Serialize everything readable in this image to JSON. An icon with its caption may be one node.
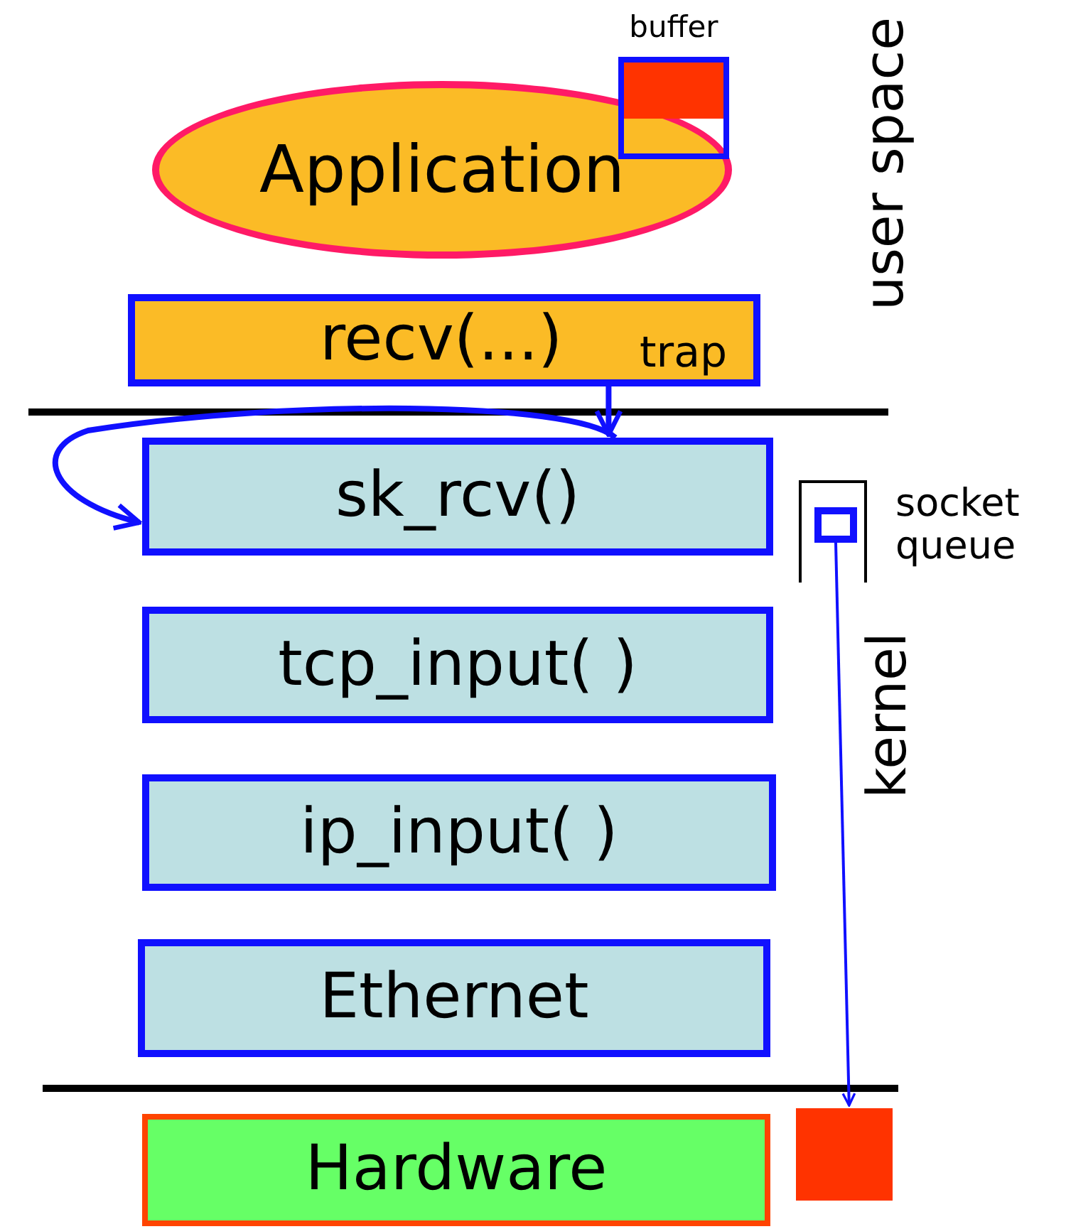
{
  "diagram": {
    "nodes": [
      {
        "text": [
          "Application"
        ]
      },
      {
        "text": [
          "buffer"
        ]
      },
      {
        "text": [
          "recv(...)",
          "trap"
        ]
      },
      {
        "text": [
          "sk_rcv()"
        ]
      },
      {
        "text": [
          "tcp_input( )"
        ]
      },
      {
        "text": [
          "ip_input( )"
        ]
      },
      {
        "text": [
          "Ethernet"
        ]
      },
      {
        "text": [
          "Hardware"
        ]
      },
      {
        "text": [
          "socket queue"
        ]
      },
      {
        "text": [],
        "shape": "box",
        "in": 8
      },
      {
        "text": [],
        "shape": "box"
      }
    ],
    "edges": [
      {
        "from": 2,
        "to": 3,
        "arrow": "to"
      },
      {
        "from": 3,
        "to": 3,
        "arrow": "to"
      },
      {
        "from": 9,
        "to": 10,
        "arrow": "to"
      }
    ],
    "labels": [
      "user space",
      "kernel"
    ]
  }
}
